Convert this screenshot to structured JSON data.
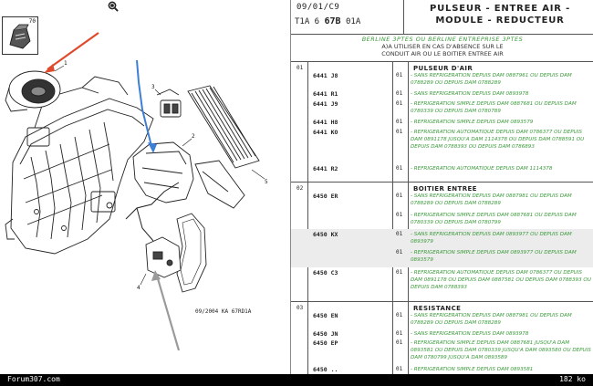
{
  "diagram": {
    "thumbnail_number": "70",
    "footer_ref": "09/2004  KA 67RD1A",
    "callouts": [
      "1",
      "2",
      "3",
      "4",
      "5"
    ],
    "toolbar": {
      "zoom_in_icon": "zoom-in-icon",
      "zoom_out_icon": "zoom-out-icon",
      "zoom_fit_icon": "zoom-fit-icon"
    },
    "arrow_colors": [
      "#e04a2c",
      "#3d7fd6",
      "#9a9a9a"
    ]
  },
  "doc": {
    "date": "09/01/C9",
    "reference_prefix": "T1A 6",
    "reference_bold": "67B",
    "reference_suffix": "01A",
    "title": "PULSEUR - ENTREE AIR - MODULE - REDUCTEUR",
    "scope_line1": "BERLINE 3PTES OU BERLINE ENTREPRISE 3PTES",
    "scope_line2": "A)A UTILISER EN CAS D'ABSENCE SUR LE",
    "scope_line3": "CONDUIT AIR OU LE BOITIER ENTREE AIR",
    "sections": [
      {
        "number": "01",
        "title": "PULSEUR D'AIR",
        "rows": [
          {
            "pn": "6441 J8",
            "qty": "01",
            "desc": "- SANS REFRIGERATION DEPUIS DAM 0887961 OU DEPUIS DAM 0788289 OU DEPUIS DAM 0788289"
          },
          {
            "pn": "6441 R1",
            "qty": "01",
            "desc": "- SANS REFRIGERATION DEPUIS DAM 0893978"
          },
          {
            "pn": "6441 J9",
            "qty": "01",
            "desc": "- REFRIGERATION SIMPLE DEPUIS DAM 0887681 OU DEPUIS DAM 0780339 OU DEPUIS DAM 0780789"
          },
          {
            "pn": "6441 H8",
            "qty": "01",
            "desc": "- REFRIGERATION SIMPLE DEPUIS DAM 0893579"
          },
          {
            "pn": "6441 KO",
            "qty": "01",
            "desc": "- REFRIGERATION AUTOMATIQUE DEPUIS DAM 0786377 OU DEPUIS DAM 0891178 JUSQU'A DAM 1114378 OU DEPUIS DAM 0788591 OU DEPUIS DAM 0788393 OU DEPUIS DAM 0786893"
          },
          {
            "pn": "6441 R2",
            "qty": "01",
            "desc": "- REFRIGERATION AUTOMATIQUE DEPUIS DAM 1114378"
          }
        ]
      },
      {
        "number": "02",
        "title": "BOITIER ENTREE",
        "rows": [
          {
            "pn": "6450 ER",
            "qty": "01",
            "desc": "- SANS REFRIGERATION DEPUIS DAM 0887981 OU DEPUIS DAM 0788289 OU DEPUIS DAM 0788289"
          },
          {
            "pn": "",
            "qty": "01",
            "desc": "- REFRIGERATION SIMPLE DEPUIS DAM 0887681 OU DEPUIS DAM 0780339 OU DEPUIS DAM 0780799"
          },
          {
            "pn": "6450 KX",
            "qty": "01",
            "desc": "- SANS REFRIGERATION DEPUIS DAM 0893977 OU DEPUIS DAM 0893979",
            "hl": true
          },
          {
            "pn": "",
            "qty": "01",
            "desc": "- REFRIGERATION SIMPLE DEPUIS DAM 0893977 OU DEPUIS DAM 0893579",
            "hl": true
          },
          {
            "pn": "6450 C3",
            "qty": "01",
            "desc": "- REFRIGERATION AUTOMATIQUE DEPUIS DAM 0786377 OU DEPUIS DAM 0891178 OU DEPUIS DAM 0887581 OU DEPUIS DAM 0788393 OU DEPUIS DAM 0788393"
          }
        ]
      },
      {
        "number": "03",
        "title": "RESISTANCE",
        "rows": [
          {
            "pn": "6450 EN",
            "qty": "01",
            "desc": "- SANS REFRIGERATION DEPUIS DAM 0887981 OU DEPUIS DAM 0788289 OU DEPUIS DAM 0788289"
          },
          {
            "pn": "6450 JN",
            "qty": "01",
            "desc": "- SANS REFRIGERATION DEPUIS DAM 0893978"
          },
          {
            "pn": "6450 EP",
            "qty": "01",
            "desc": "- REFRIGERATION SIMPLE DEPUIS DAM 0887681 JUSQU'A DAM 0893581 OU DEPUIS DAM 0780339 JUSQU'A DAM 0893580 OU DEPUIS DAM 0780799 JUSQU'A DAM 0893589"
          },
          {
            "pn": "6450 ..",
            "qty": "01",
            "desc": "- REFRIGERATION SIMPLE DEPUIS DAM 0893581"
          }
        ]
      }
    ]
  },
  "footer": {
    "site": "Forum307.com",
    "filesize": "182 ko"
  }
}
